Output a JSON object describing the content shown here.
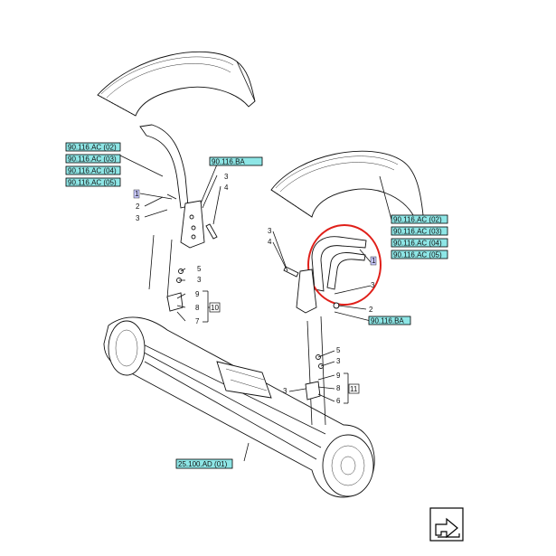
{
  "references": {
    "left_group": [
      "90.116.AC (02)",
      "90.116.AC (03)",
      "90.116.AC (04)",
      "90.116.AC (05)"
    ],
    "right_group": [
      "90.116.AC (02)",
      "90.116.AC (03)",
      "90.116.AC (04)",
      "90.116.AC (05)"
    ],
    "left_ba": "90.116.BA",
    "right_ba": "90.116.BA",
    "axle": "25.100.AD (01)"
  },
  "callouts": {
    "left": {
      "n1": "1",
      "n2": "2",
      "n3a": "3",
      "n3b": "3",
      "n4": "4",
      "n5": "5",
      "n3c": "3",
      "n9": "9",
      "n8": "8",
      "n7": "7",
      "n10": "10"
    },
    "right": {
      "n3a": "3",
      "n4": "4",
      "n1": "1",
      "n3b": "3",
      "n2": "2",
      "n5": "5",
      "n3c": "3",
      "n9": "9",
      "n8": "8",
      "n6": "6",
      "n3d": "3",
      "n11": "11"
    }
  },
  "colors": {
    "ref_fill": "#8ee6e6",
    "highlight": "#e0201a",
    "ink": "#111111"
  },
  "icons": {
    "nav": "next-page-arrow-icon"
  }
}
